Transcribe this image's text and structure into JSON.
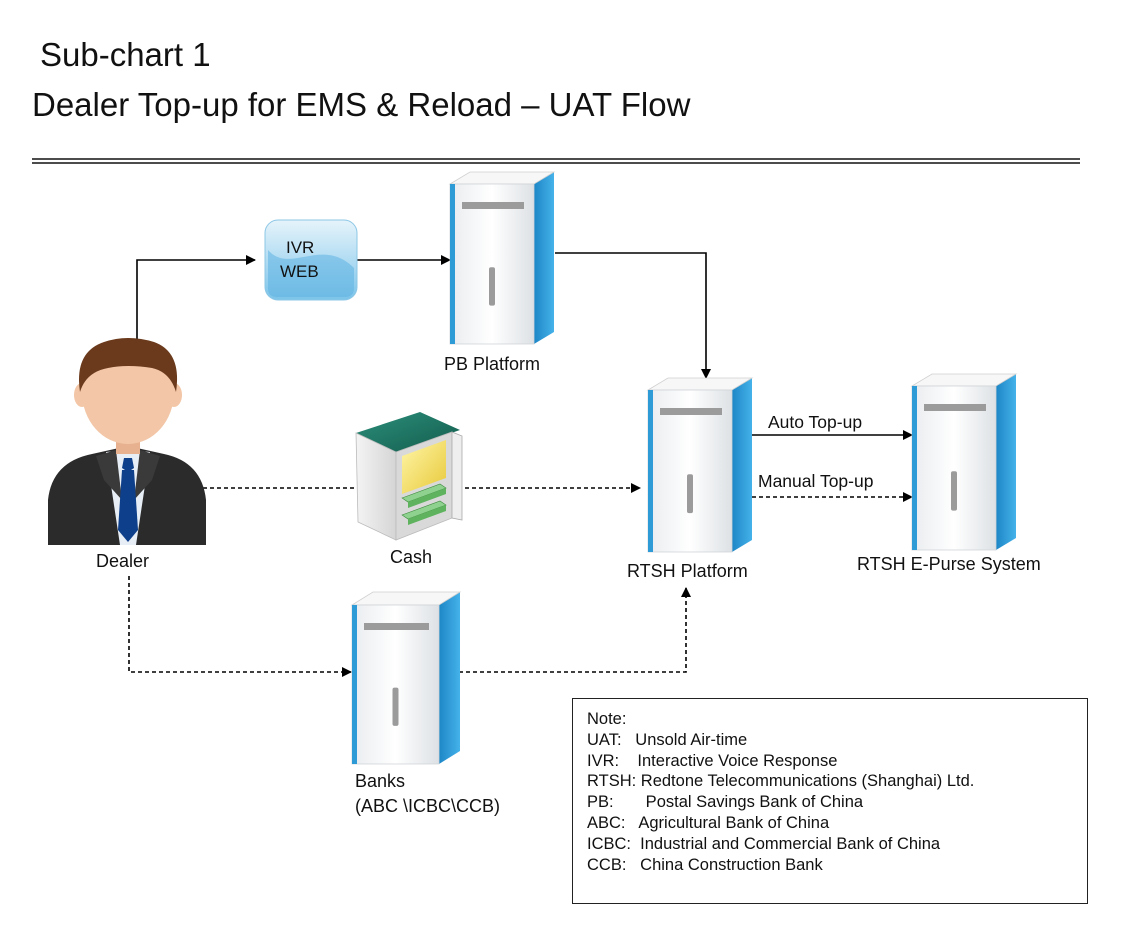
{
  "header": {
    "subtitle": "Sub-chart 1",
    "title": "Dealer Top-up for EMS & Reload – UAT Flow"
  },
  "nodes": {
    "dealer": "Dealer",
    "ivr_line1": "IVR",
    "ivr_line2": "WEB",
    "pb_platform": "PB  Platform",
    "cash": "Cash",
    "rtsh_platform": "RTSH Platform",
    "rtsh_epurse": "RTSH E-Purse System",
    "banks_line1": "Banks",
    "banks_line2": "(ABC \\ICBC\\CCB)"
  },
  "edges": {
    "auto_topup": "Auto Top-up",
    "manual_topup": "Manual Top-up"
  },
  "note": {
    "heading": "Note:",
    "lines": [
      "UAT:   Unsold Air-time",
      "IVR:    Interactive Voice Response",
      "RTSH: Redtone Telecommunications (Shanghai) Ltd.",
      "PB:       Postal Savings Bank of China",
      "ABC:   Agricultural Bank of China",
      "ICBC:  Industrial and Commercial Bank of China",
      "CCB:   China Construction Bank"
    ]
  },
  "colors": {
    "server_blue": "#2e9ad6",
    "cash_green": "#1f7a66",
    "suit": "#2b2b2b",
    "tie": "#0e3f8a",
    "hair": "#6b3a1c",
    "skin": "#f2c6a6"
  },
  "icons": {
    "dealer": "businessman-icon",
    "ivr": "ivr-web-icon",
    "cash": "safe-with-cash-icon",
    "server": "server-tower-icon"
  }
}
